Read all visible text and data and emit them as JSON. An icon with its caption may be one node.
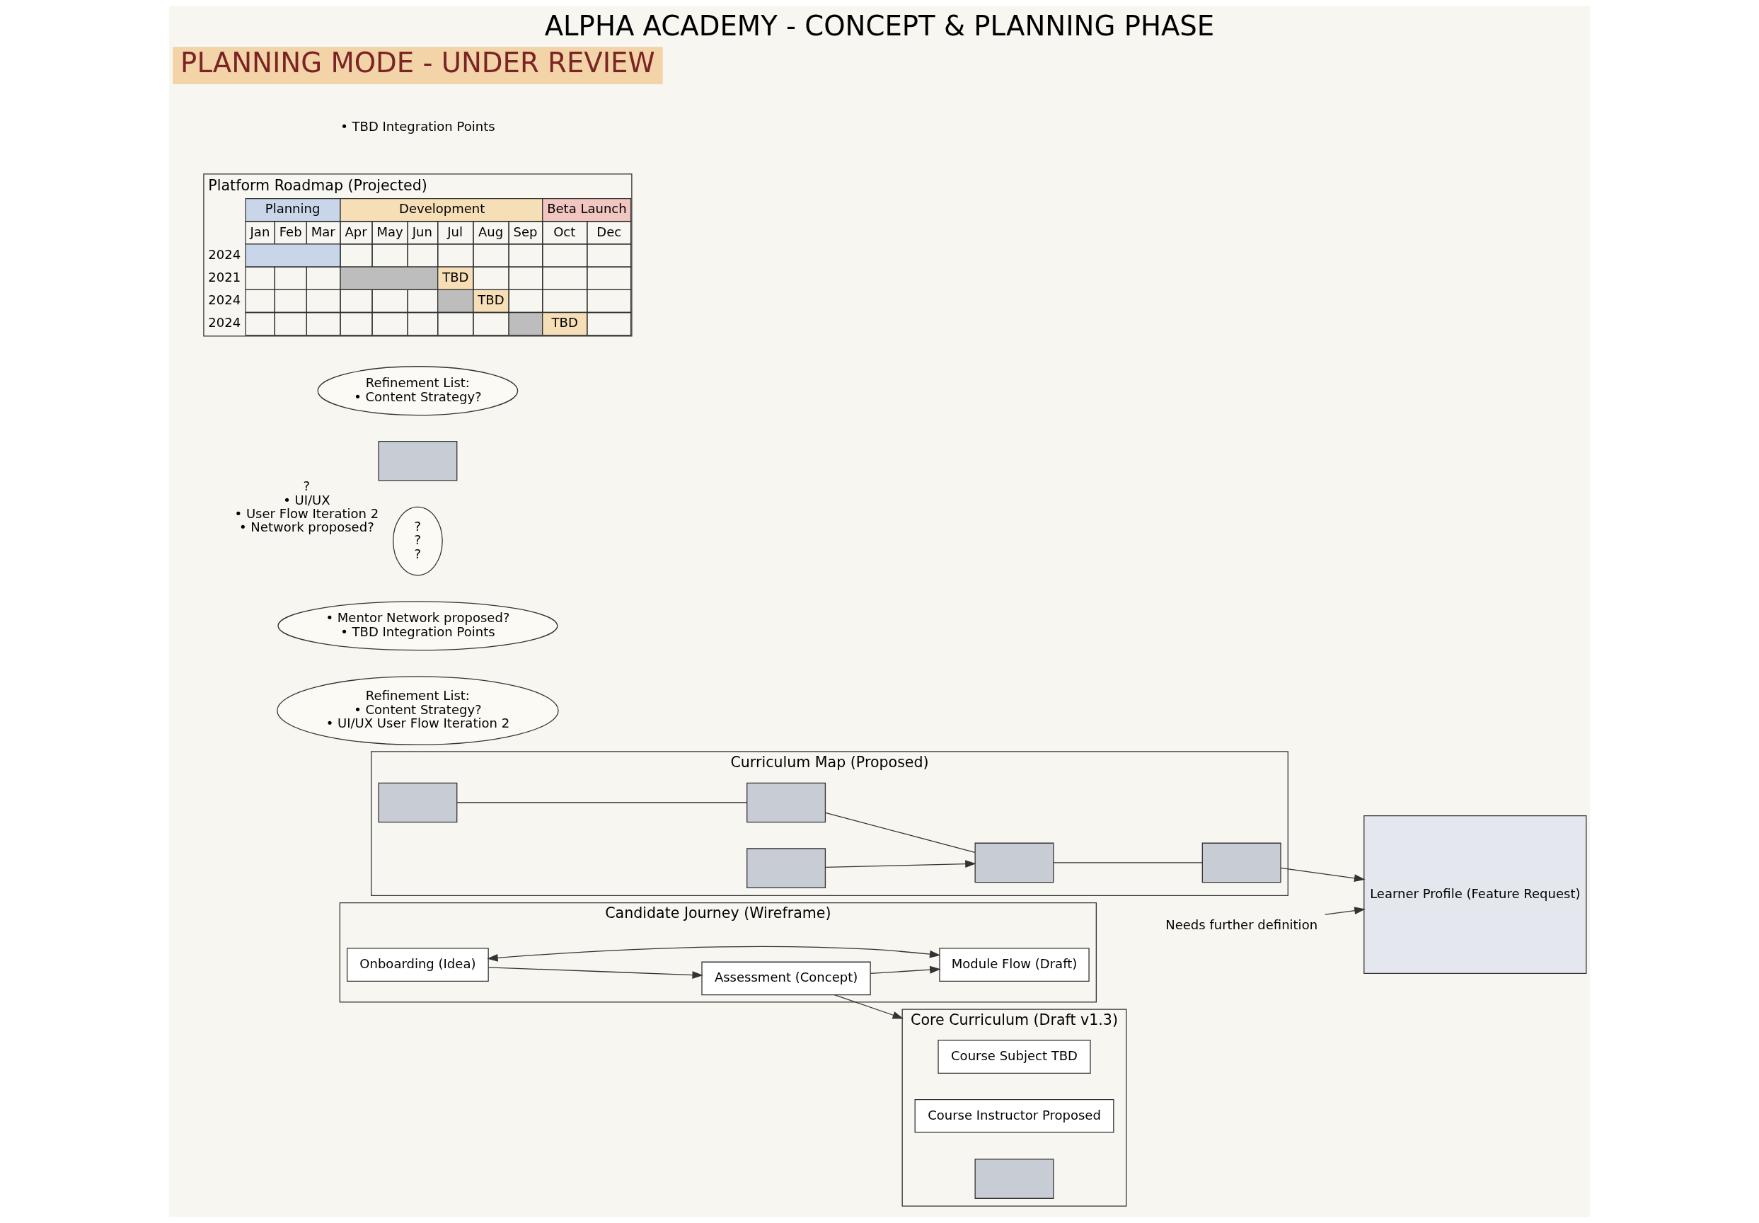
{
  "diagram": {
    "title": "ALPHA ACADEMY - CONCEPT & PLANNING PHASE",
    "nodes": [
      {
        "text": [
          "Candidate Journey (Wireframe)"
        ]
      },
      {
        "text": [
          "Onboarding (Idea)"
        ],
        "in": 0
      },
      {
        "text": [
          "Assessment (Concept)"
        ],
        "in": 0
      },
      {
        "text": [
          "Module Flow (Draft)"
        ],
        "in": 0
      },
      {
        "text": [
          "Core Curriculum (Draft v1.3)"
        ]
      },
      {
        "text": [
          "Course Subject TBD"
        ],
        "in": 4
      },
      {
        "text": [
          "Course Instructor Proposed"
        ],
        "in": 4
      },
      {
        "text": [],
        "shape": "box",
        "in": 4
      },
      {
        "text": [
          "Curriculum Map (Proposed)"
        ]
      },
      {
        "text": [],
        "shape": "box",
        "in": 8
      },
      {
        "text": [],
        "shape": "box",
        "in": 8
      },
      {
        "text": [],
        "shape": "box",
        "in": 8
      },
      {
        "text": [],
        "shape": "box",
        "in": 8
      },
      {
        "text": [],
        "shape": "box",
        "in": 8
      },
      {
        "text": [
          "Learner Profile (Feature Request)"
        ]
      },
      {
        "text": [
          "Needs further definition"
        ]
      },
      {
        "text": [
          "Refinement List:",
          "• Content Strategy?",
          "• UI/UX User Flow Iteration 2"
        ]
      },
      {
        "text": [
          "• Mentor Network proposed?",
          "• TBD Integration Points"
        ]
      },
      {
        "text": [
          "?",
          "?",
          "?"
        ]
      },
      {
        "text": [],
        "shape": "box",
        "beside": [
          "?",
          "• UI/UX",
          "• User Flow Iteration 2",
          "• Network proposed?"
        ]
      },
      {
        "text": [
          "Refinement List:",
          "• Content Strategy?"
        ]
      }
    ],
    "edges": [
      {
        "from": 1,
        "to": 2,
        "arrow": "to"
      },
      {
        "from": 2,
        "to": 3,
        "arrow": "to"
      },
      {
        "from": 1,
        "to": 3,
        "arrow": "both"
      },
      {
        "from": 2,
        "to": 4,
        "arrow": "to"
      },
      {
        "from": 10,
        "to": 13,
        "arrow": "to"
      },
      {
        "from": 12,
        "to": 13,
        "arrow": "none"
      },
      {
        "from": 9,
        "to": 12,
        "arrow": "none"
      },
      {
        "from": 13,
        "to": 11,
        "arrow": "none"
      },
      {
        "from": 11,
        "to": 14,
        "arrow": "to"
      },
      {
        "from": 15,
        "to": 14,
        "arrow": "to"
      }
    ],
    "labels": [
      "Platform Roadmap (Projected)",
      "Planning",
      "Development",
      "Beta Launch",
      "Jan",
      "Feb",
      "Mar",
      "Apr",
      "May",
      "Jun",
      "Jul",
      "Aug",
      "Sep",
      "Oct",
      "Dec",
      "2024",
      "2021",
      "TBD",
      "2024",
      "TBD",
      "2024",
      "TBD",
      "• TBD Integration Points",
      "PLANNING MODE - UNDER REVIEW"
    ]
  }
}
